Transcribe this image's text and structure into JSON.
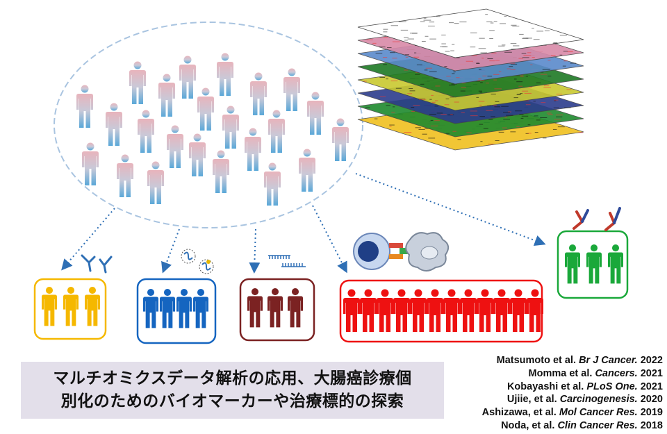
{
  "caption": {
    "line1": "マルチオミクスデータ解析の応用、大腸癌診療個",
    "line2": "別化のためのバイオマーカーや治療標的の探索"
  },
  "references": [
    {
      "authors": "Matsumoto et al.",
      "journal": "Br J Cancer.",
      "year": "2022"
    },
    {
      "authors": "Momma et al.",
      "journal": "Cancers.",
      "year": "2021"
    },
    {
      "authors": "Kobayashi et al.",
      "journal": "PLoS One.",
      "year": "2021"
    },
    {
      "authors": "Ujiie, et al.",
      "journal": "Carcinogenesis.",
      "year": "2020"
    },
    {
      "authors": "Ashizawa, et al.",
      "journal": "Mol Cancer Res.",
      "year": "2019"
    },
    {
      "authors": "Noda, et al.",
      "journal": "Clin Cancer Res.",
      "year": "2018"
    }
  ],
  "groups": [
    {
      "name": "antibody",
      "color": "#f5b800",
      "count": 3
    },
    {
      "name": "circulating-dna",
      "color": "#1565c0",
      "count": 4
    },
    {
      "name": "rna",
      "color": "#7b2222",
      "count": 3
    },
    {
      "name": "immune-cell",
      "color": "#ee1111",
      "count": 12
    },
    {
      "name": "therapeutic-antibody",
      "color": "#1aa83a",
      "count": 3
    }
  ]
}
